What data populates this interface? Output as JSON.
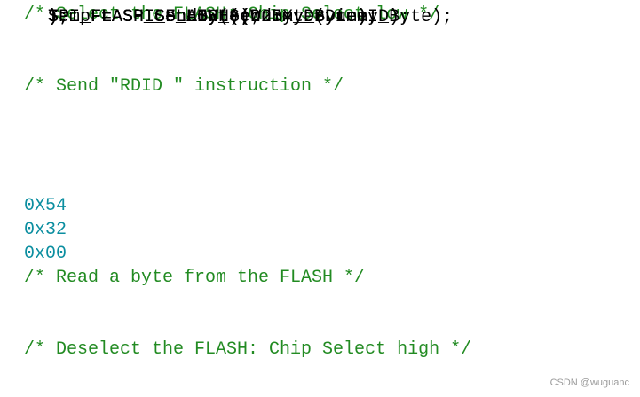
{
  "code": {
    "lines": [
      {
        "parts": [
          {
            "text": "/* Select the FLASH: Chip Select low */",
            "kind": "comment"
          }
        ]
      },
      {
        "parts": [
          {
            "text": "SPI_FLASH_CS_LOW();",
            "kind": "code"
          }
        ]
      },
      {
        "parts": [
          {
            "text": "",
            "kind": "code"
          }
        ]
      },
      {
        "parts": [
          {
            "text": "/* Send \"RDID \" instruction */",
            "kind": "comment"
          }
        ]
      },
      {
        "parts": [
          {
            "text": "SPI_FLASH_SendByte(W25X_DeviceID);",
            "kind": "code"
          }
        ]
      },
      {
        "parts": [
          {
            "text": "SPI_FLASH_SendByte(Dummy_Byte);",
            "kind": "code"
          }
        ]
      },
      {
        "parts": [
          {
            "text": "SPI_FLASH_SendByte(Dummy_Byte);",
            "kind": "code"
          }
        ]
      },
      {
        "parts": [
          {
            "text": "SPI_FLASH_SendByte(Dummy_Byte);",
            "kind": "code"
          }
        ]
      },
      {
        "parts": [
          {
            "text": "SPI_FLASH_SendByte(",
            "kind": "code"
          },
          {
            "text": "0X54",
            "kind": "number"
          },
          {
            "text": ");",
            "kind": "code"
          }
        ]
      },
      {
        "parts": [
          {
            "text": "SPI_FLASH_SendByte(",
            "kind": "code"
          },
          {
            "text": "0x32",
            "kind": "number"
          },
          {
            "text": ");",
            "kind": "code"
          }
        ]
      },
      {
        "parts": [
          {
            "text": "SPI_FLASH_SendByte(",
            "kind": "code"
          },
          {
            "text": "0x00",
            "kind": "number"
          },
          {
            "text": ");",
            "kind": "code"
          }
        ]
      },
      {
        "parts": [
          {
            "text": "/* Read a byte from the FLASH */",
            "kind": "comment"
          }
        ]
      },
      {
        "parts": [
          {
            "text": "Temp = SPI_FLASH_SendByte(Dummy_Byte);",
            "kind": "code"
          }
        ]
      },
      {
        "parts": [
          {
            "text": "",
            "kind": "code"
          }
        ]
      },
      {
        "parts": [
          {
            "text": "/* Deselect the FLASH: Chip Select high */",
            "kind": "comment"
          }
        ]
      },
      {
        "parts": [
          {
            "text": "SPI_FLASH_CS_HIGH();",
            "kind": "code"
          }
        ]
      }
    ]
  },
  "watermark": "CSDN @wuguanc",
  "colors": {
    "comment": "#228b22",
    "number": "#0b8ea0",
    "code": "#000000",
    "background": "#ffffff"
  }
}
